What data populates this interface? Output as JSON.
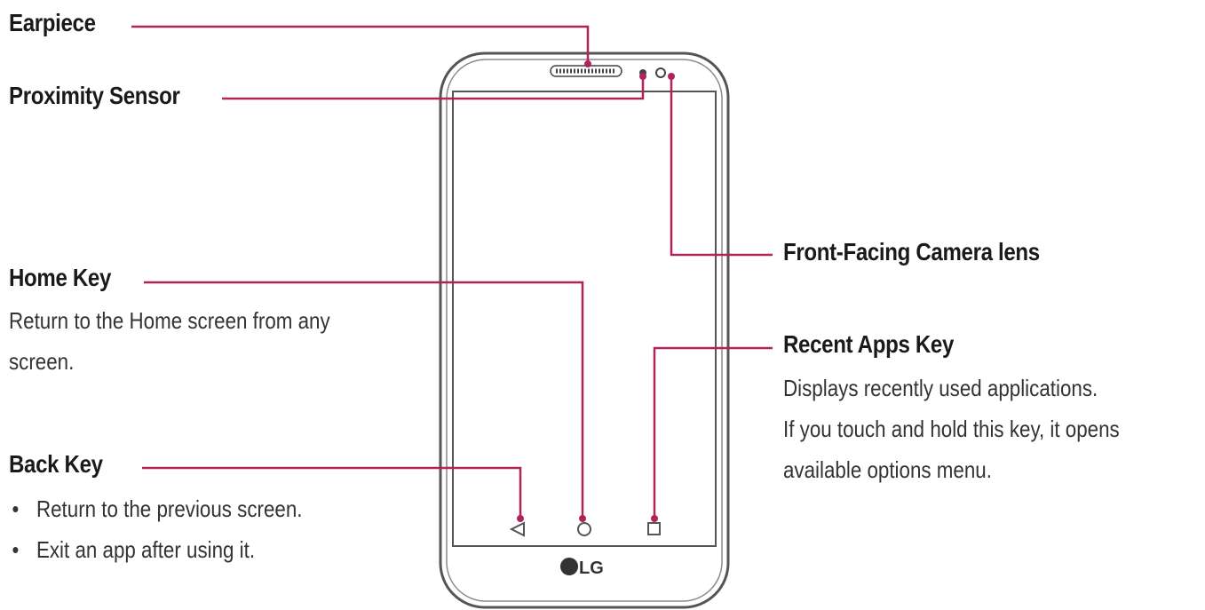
{
  "callouts": {
    "earpiece": {
      "title": "Earpiece"
    },
    "proximity_sensor": {
      "title": "Proximity Sensor"
    },
    "front_camera": {
      "title": "Front-Facing Camera lens"
    },
    "home_key": {
      "title": "Home Key",
      "description": [
        "Return to the Home screen from any",
        "screen."
      ]
    },
    "recent_apps_key": {
      "title": "Recent Apps Key",
      "description": [
        "Displays recently used applications.",
        "If you touch and hold this key, it opens",
        "available options menu."
      ]
    },
    "back_key": {
      "title": "Back Key",
      "bullets": [
        "Return to the previous screen.",
        "Exit an app after using it."
      ]
    }
  },
  "phone": {
    "brand_logo_text": "LG",
    "nav_keys": [
      "back-key-icon",
      "home-key-icon",
      "recent-apps-key-icon"
    ]
  },
  "colors": {
    "leader_line": "#b0245c",
    "phone_outline": "#555555",
    "text": "#1a1a1a"
  }
}
